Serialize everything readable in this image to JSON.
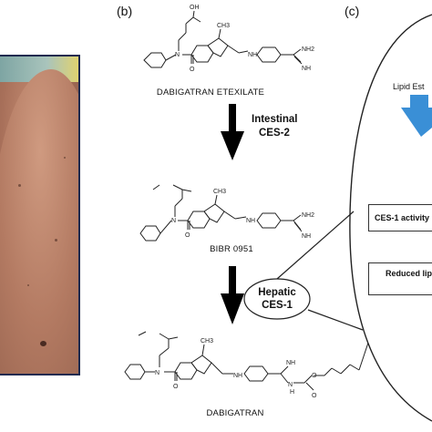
{
  "panel_labels": {
    "b": "(b)",
    "c": "(c)"
  },
  "molecules": {
    "top_name": "DABIGATRAN ETEXILATE",
    "middle_name": "BIBR 0951",
    "bottom_name": "DABIGATRAN"
  },
  "atoms": {
    "methyl": "CH3",
    "nh2": "NH2",
    "nh": "NH",
    "n": "N",
    "h": "H",
    "o": "O",
    "oh": "OH"
  },
  "arrows": {
    "intestinal_line1": "Intestinal",
    "intestinal_line2": "CES-2",
    "hepatic_line1": "Hepatic",
    "hepatic_line2": "CES-1"
  },
  "panel_c": {
    "lipid_label": "Lipid Est",
    "ces1_box": "CES-1 activity",
    "reduced_box": "Reduced lip"
  },
  "colors": {
    "arrow_blue": "#3a8fd6",
    "black": "#000000",
    "border_navy": "#1d2a4f"
  }
}
